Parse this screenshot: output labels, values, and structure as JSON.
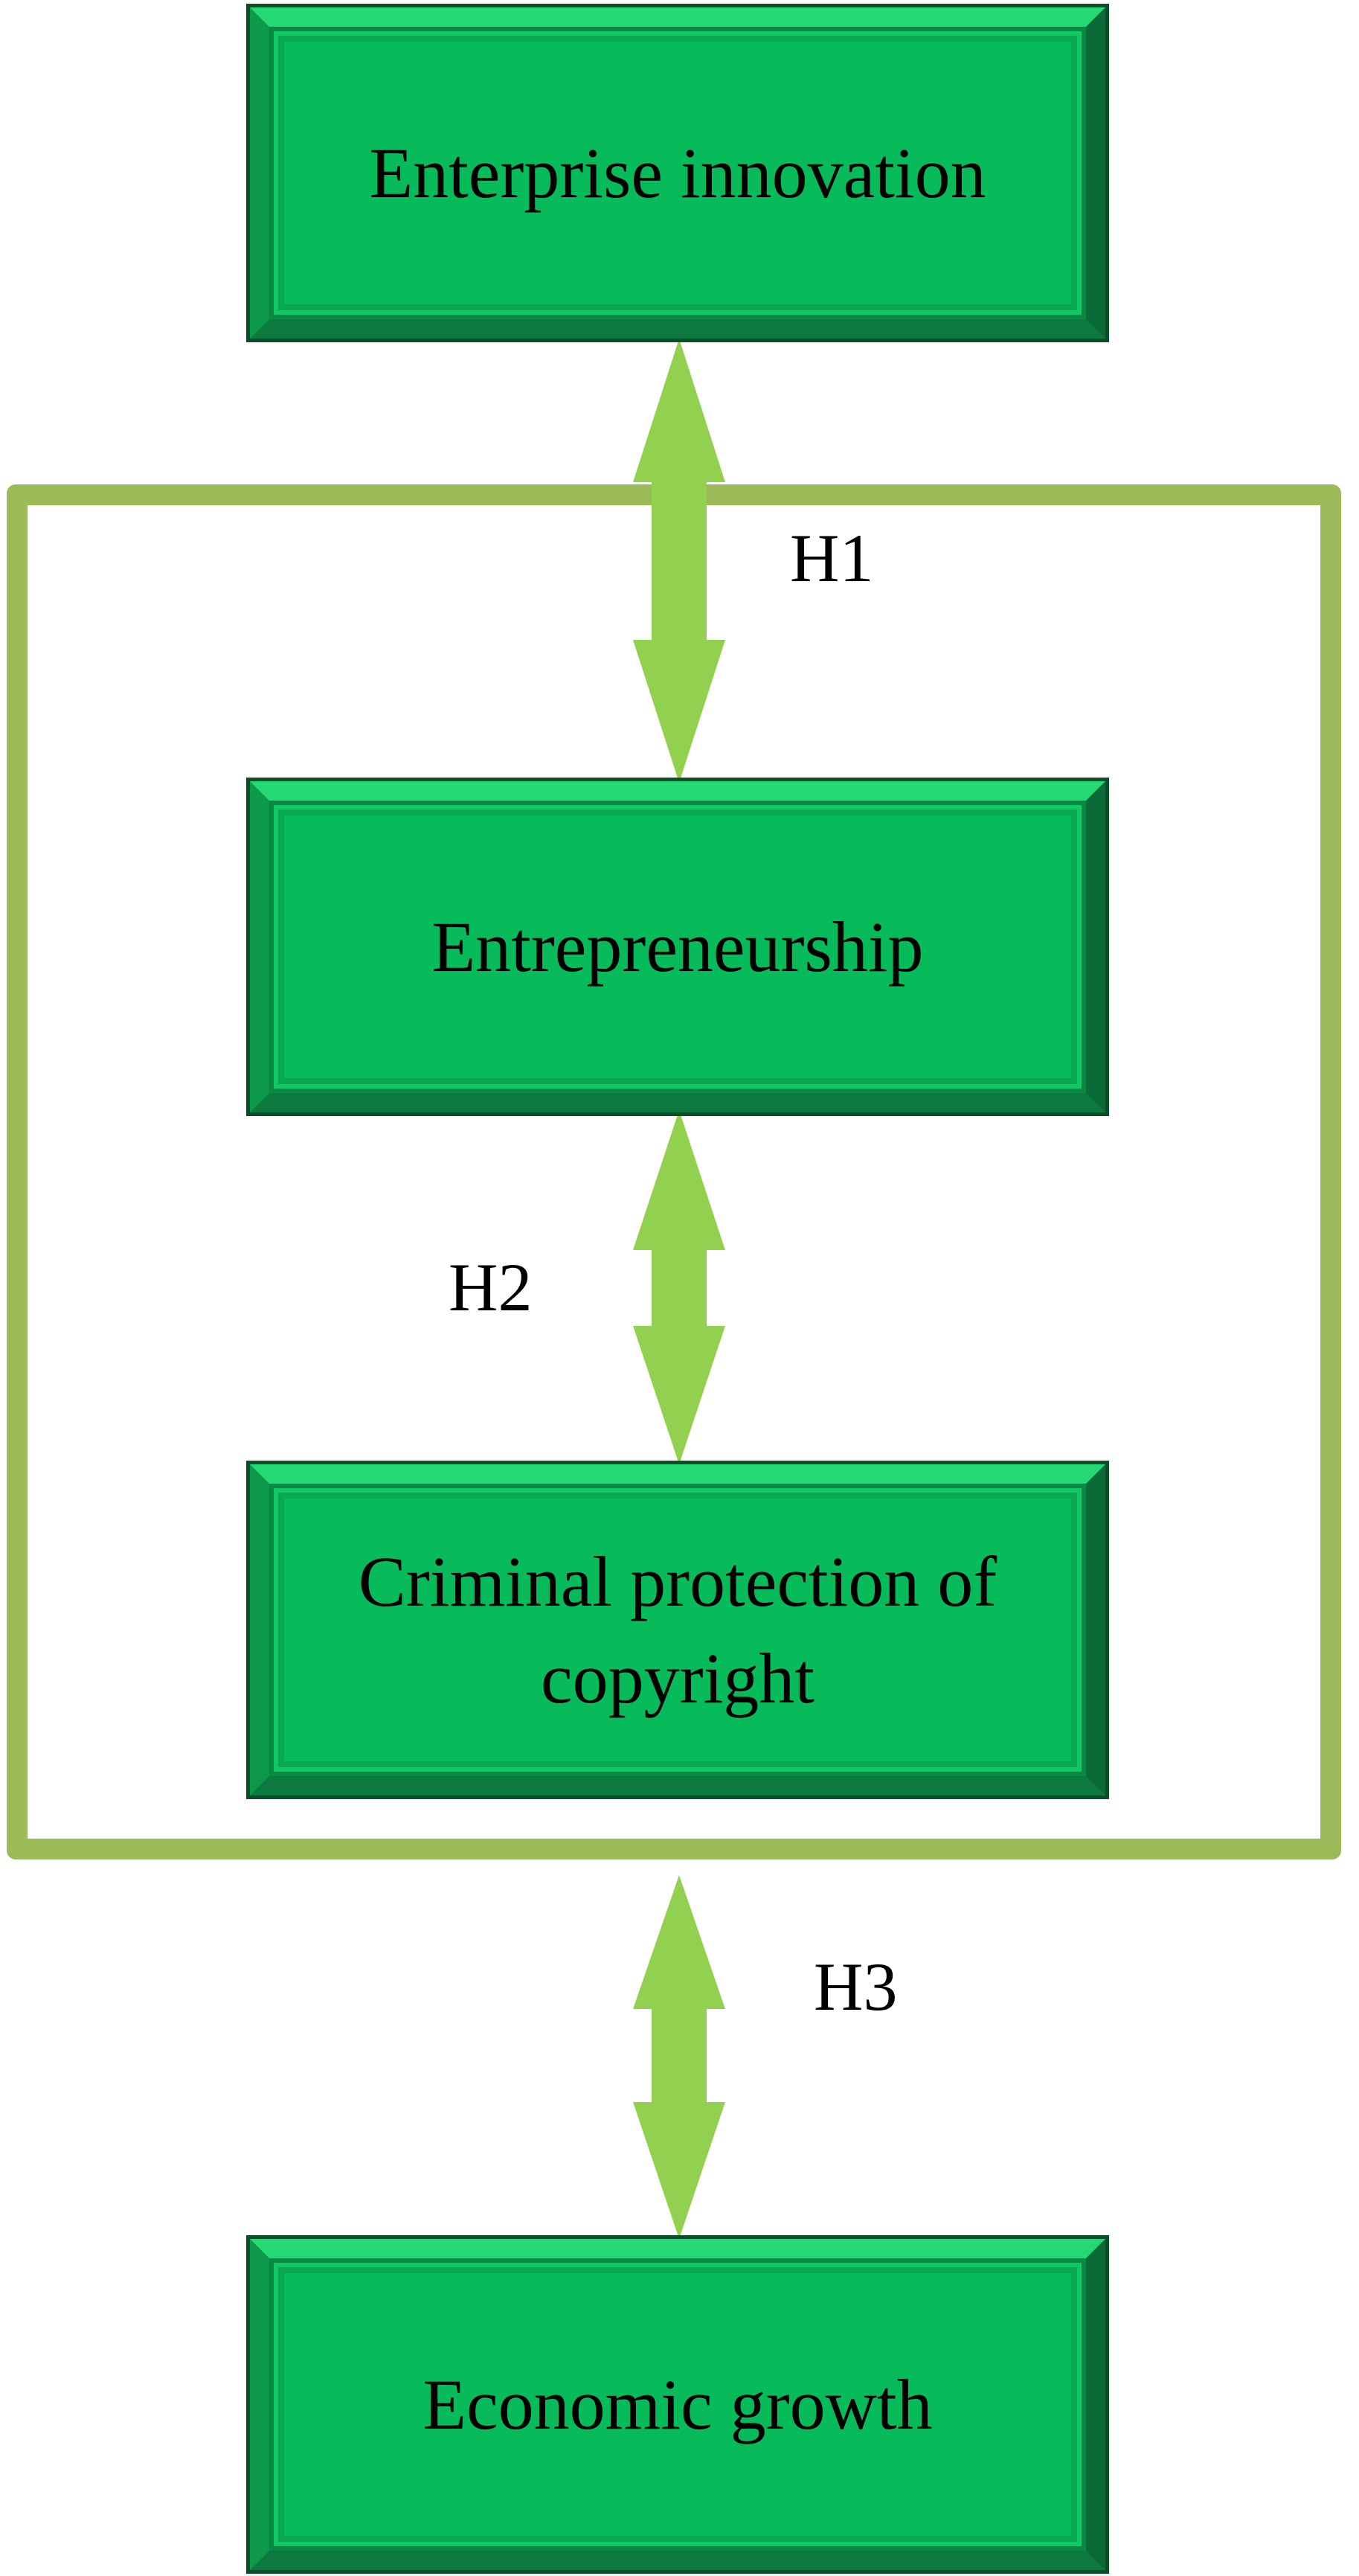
{
  "nodes": {
    "enterprise_innovation": "Enterprise innovation",
    "entrepreneurship": "Entrepreneurship",
    "criminal_protection": "Criminal protection of copyright",
    "economic_growth": "Economic growth"
  },
  "hypotheses": {
    "h1": "H1",
    "h2": "H2",
    "h3": "H3"
  },
  "colors": {
    "node_fill": "#08bb5a",
    "frame": "#9bbb59",
    "arrow": "#92d050",
    "text": "#000000"
  },
  "icons": {
    "arrow": "double-headed-arrow"
  }
}
